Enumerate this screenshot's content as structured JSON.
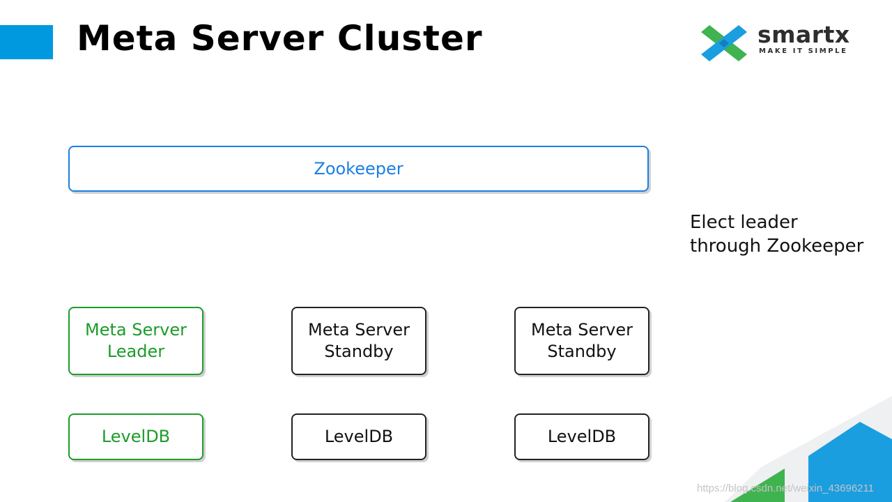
{
  "slide": {
    "title": "Meta Server Cluster",
    "accent_color": "#0099e0"
  },
  "logo": {
    "wordmark": "smartx",
    "tagline": "MAKE IT SIMPLE",
    "colors": [
      "#3fb34f",
      "#1a9ee0"
    ]
  },
  "diagram": {
    "zookeeper_label": "Zookeeper",
    "nodes": [
      {
        "line1": "Meta Server",
        "line2": "Leader",
        "db": "LevelDB",
        "role": "leader",
        "color": "#1c9b2a"
      },
      {
        "line1": "Meta Server",
        "line2": "Standby",
        "db": "LevelDB",
        "role": "standby",
        "color": "#222222"
      },
      {
        "line1": "Meta Server",
        "line2": "Standby",
        "db": "LevelDB",
        "role": "standby",
        "color": "#222222"
      }
    ],
    "zookeeper_color": "#1a7fe3"
  },
  "note": {
    "line1": "Elect leader",
    "line2": "through Zookeeper"
  },
  "watermark": "https://blog.csdn.net/weixin_43696211"
}
